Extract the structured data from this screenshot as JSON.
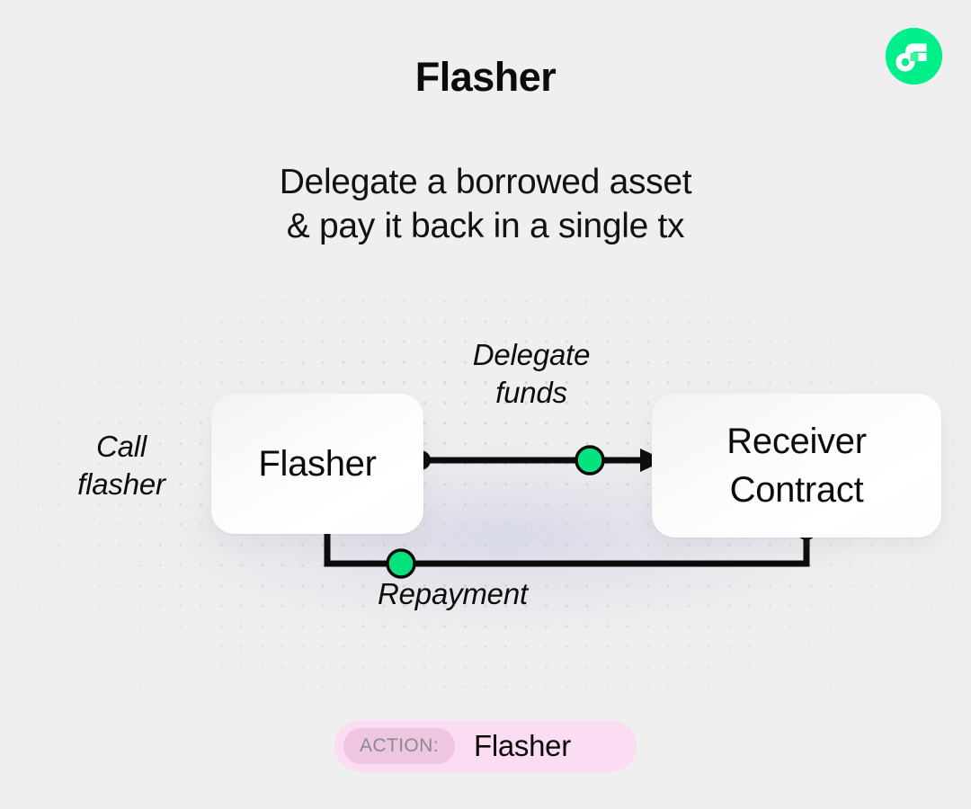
{
  "page": {
    "background_color": "#efefef",
    "accent_green": "#00ef8b",
    "title": "Flasher",
    "subtitle_line1": "Delegate a borrowed asset",
    "subtitle_line2": "& pay it back in a single tx"
  },
  "logo": {
    "name": "flow-logo",
    "circle_color": "#00ef8b",
    "mark_color": "#ffffff",
    "accent_square_color": "#3ff59b"
  },
  "diagram": {
    "type": "flow-diagram",
    "nodes": [
      {
        "id": "flasher",
        "label": "Flasher"
      },
      {
        "id": "receiver",
        "label_line1": "Receiver",
        "label_line2": "Contract"
      }
    ],
    "labels": {
      "call_line1": "Call",
      "call_line2": "flasher",
      "delegate_line1": "Delegate",
      "delegate_line2": "funds",
      "repayment": "Repayment"
    },
    "edges": [
      {
        "id": "delegate-funds",
        "from": "flasher",
        "to": "receiver",
        "label": "Delegate funds",
        "token_color": "#05e27e",
        "direction": "right"
      },
      {
        "id": "repayment",
        "from": "receiver",
        "to": "flasher",
        "label": "Repayment",
        "token_color": "#05e27e",
        "direction": "up-left"
      }
    ],
    "dot_grid": true,
    "line_color": "#0b0b0b"
  },
  "action_badge": {
    "prefix": "ACTION:",
    "value": "Flasher",
    "background": "#fbdcf2",
    "chip_background": "#eec6e2"
  }
}
